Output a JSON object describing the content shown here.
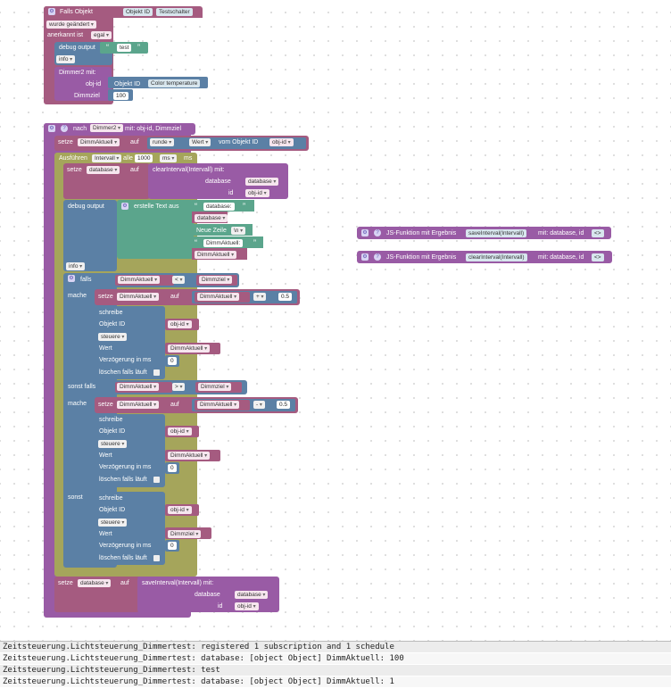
{
  "trigger": {
    "title": "Falls Objekt",
    "object_badge": "Objekt ID",
    "object_value": "Testschalter",
    "changed": "wurde geändert",
    "ack_label": "anerkannt ist",
    "ack_value": "egal",
    "debug_label": "debug output",
    "debug_text": "test",
    "level": "info",
    "call_label": "Dimmer2  mit:",
    "objid_label": "obj-id",
    "objid_badge": "Objekt ID",
    "objid_value": "Color temperature",
    "dimmziel_label": "Dimmziel",
    "dimmziel_value": "100"
  },
  "proc": {
    "header_prefix": "nach",
    "header_name": "Dimmer2",
    "header_suffix": "mit: obj-id, Dimmziel",
    "set_label": "setze",
    "set_var": "DimmAktuell",
    "auf": "auf",
    "round": "runde",
    "value_of": "Wert",
    "from_obj": "vom Objekt ID",
    "objid_var": "obj-id",
    "exec_label": "Ausführen",
    "interval": "Intervall",
    "every": "alle",
    "interval_ms": "1000",
    "ms_unit": "ms",
    "ms": "ms",
    "set2_label": "setze",
    "database_var": "database",
    "auf2": "auf",
    "clear_call": "clearInterval(Intervall)  mit:",
    "database_label": "database",
    "database_value": "database",
    "id_label": "id",
    "id_value": "obj-id",
    "debug_label": "debug output",
    "create_text": "erstelle Text aus",
    "txt_database": "database:",
    "txt_var_database": "database",
    "newline_label": "Neue Zeile",
    "newline_value": "\\n",
    "txt_dimm": "DimmAktuell:",
    "txt_var_dimm": "DimmAktuell",
    "level": "info",
    "if_label": "falls",
    "cmp_left": "DimmAktuell",
    "cmp_op_lt": "<",
    "cmp_right": "Dimmziel",
    "do_label": "mache",
    "set3_label": "setze",
    "set3_var": "DimmAktuell",
    "auf3": "auf",
    "math_left": "DimmAktuell",
    "math_op_plus": "+",
    "math_val": "0.5",
    "write_label": "schreibe",
    "objid_write_label": "Objekt ID",
    "objid_write_value": "obj-id",
    "control": "steuere",
    "value_label": "Wert",
    "value_value": "DimmAktuell",
    "delay_label": "Verzögerung in ms",
    "delay_value": "0",
    "clear_running": "löschen falls läuft",
    "elseif_label": "sonst falls",
    "cmp2_left": "DimmAktuell",
    "cmp2_op": ">",
    "cmp2_right": "Dimmziel",
    "do2_label": "mache",
    "set4_label": "setze",
    "set4_var": "DimmAktuell",
    "auf4": "auf",
    "math2_left": "DimmAktuell",
    "math2_op": "-",
    "math2_val": "0.5",
    "write2_label": "schreibe",
    "objid2_label": "Objekt ID",
    "objid2_value": "obj-id",
    "control2": "steuere",
    "value2_label": "Wert",
    "value2_value": "DimmAktuell",
    "delay2_label": "Verzögerung in ms",
    "delay2_value": "0",
    "clear2": "löschen falls läuft",
    "else_label": "sonst",
    "write3_label": "schreibe",
    "objid3_label": "Objekt ID",
    "objid3_value": "obj-id",
    "control3": "steuere",
    "value3_label": "Wert",
    "value3_value": "Dimmziel",
    "delay3_label": "Verzögerung in ms",
    "delay3_value": "0",
    "clear3": "löschen falls läuft",
    "set5_label": "setze",
    "set5_var": "database",
    "auf5": "auf",
    "save_call": "saveInterval(Intervall)  mit:",
    "db2_label": "database",
    "db2_value": "database",
    "id2_label": "id",
    "id2_value": "obj-id"
  },
  "js_functions": [
    {
      "prefix": "JS-Funktion mit Ergebnis",
      "name": "saveInterval(Intervall)",
      "suffix": "mit: database, id",
      "code": "<>"
    },
    {
      "prefix": "JS-Funktion mit Ergebnis",
      "name": "clearInterval(Intervall)",
      "suffix": "mit: database, id",
      "code": "<>"
    }
  ],
  "log": [
    "Zeitsteuerung.Lichtsteuerung_Dimmertest: registered 1 subscription and 1 schedule",
    "Zeitsteuerung.Lichtsteuerung_Dimmertest: database: [object Object] DimmAktuell: 100",
    "Zeitsteuerung.Lichtsteuerung_Dimmertest: test",
    "Zeitsteuerung.Lichtsteuerung_Dimmertest: database: [object Object] DimmAktuell: 1"
  ],
  "colors": {
    "event": "#a55b80",
    "procedure": "#995ba5",
    "variables": "#a55b80",
    "system": "#5b80a5",
    "timeout": "#a5a55b",
    "text": "#5ba58c",
    "logic": "#5b80a5"
  }
}
